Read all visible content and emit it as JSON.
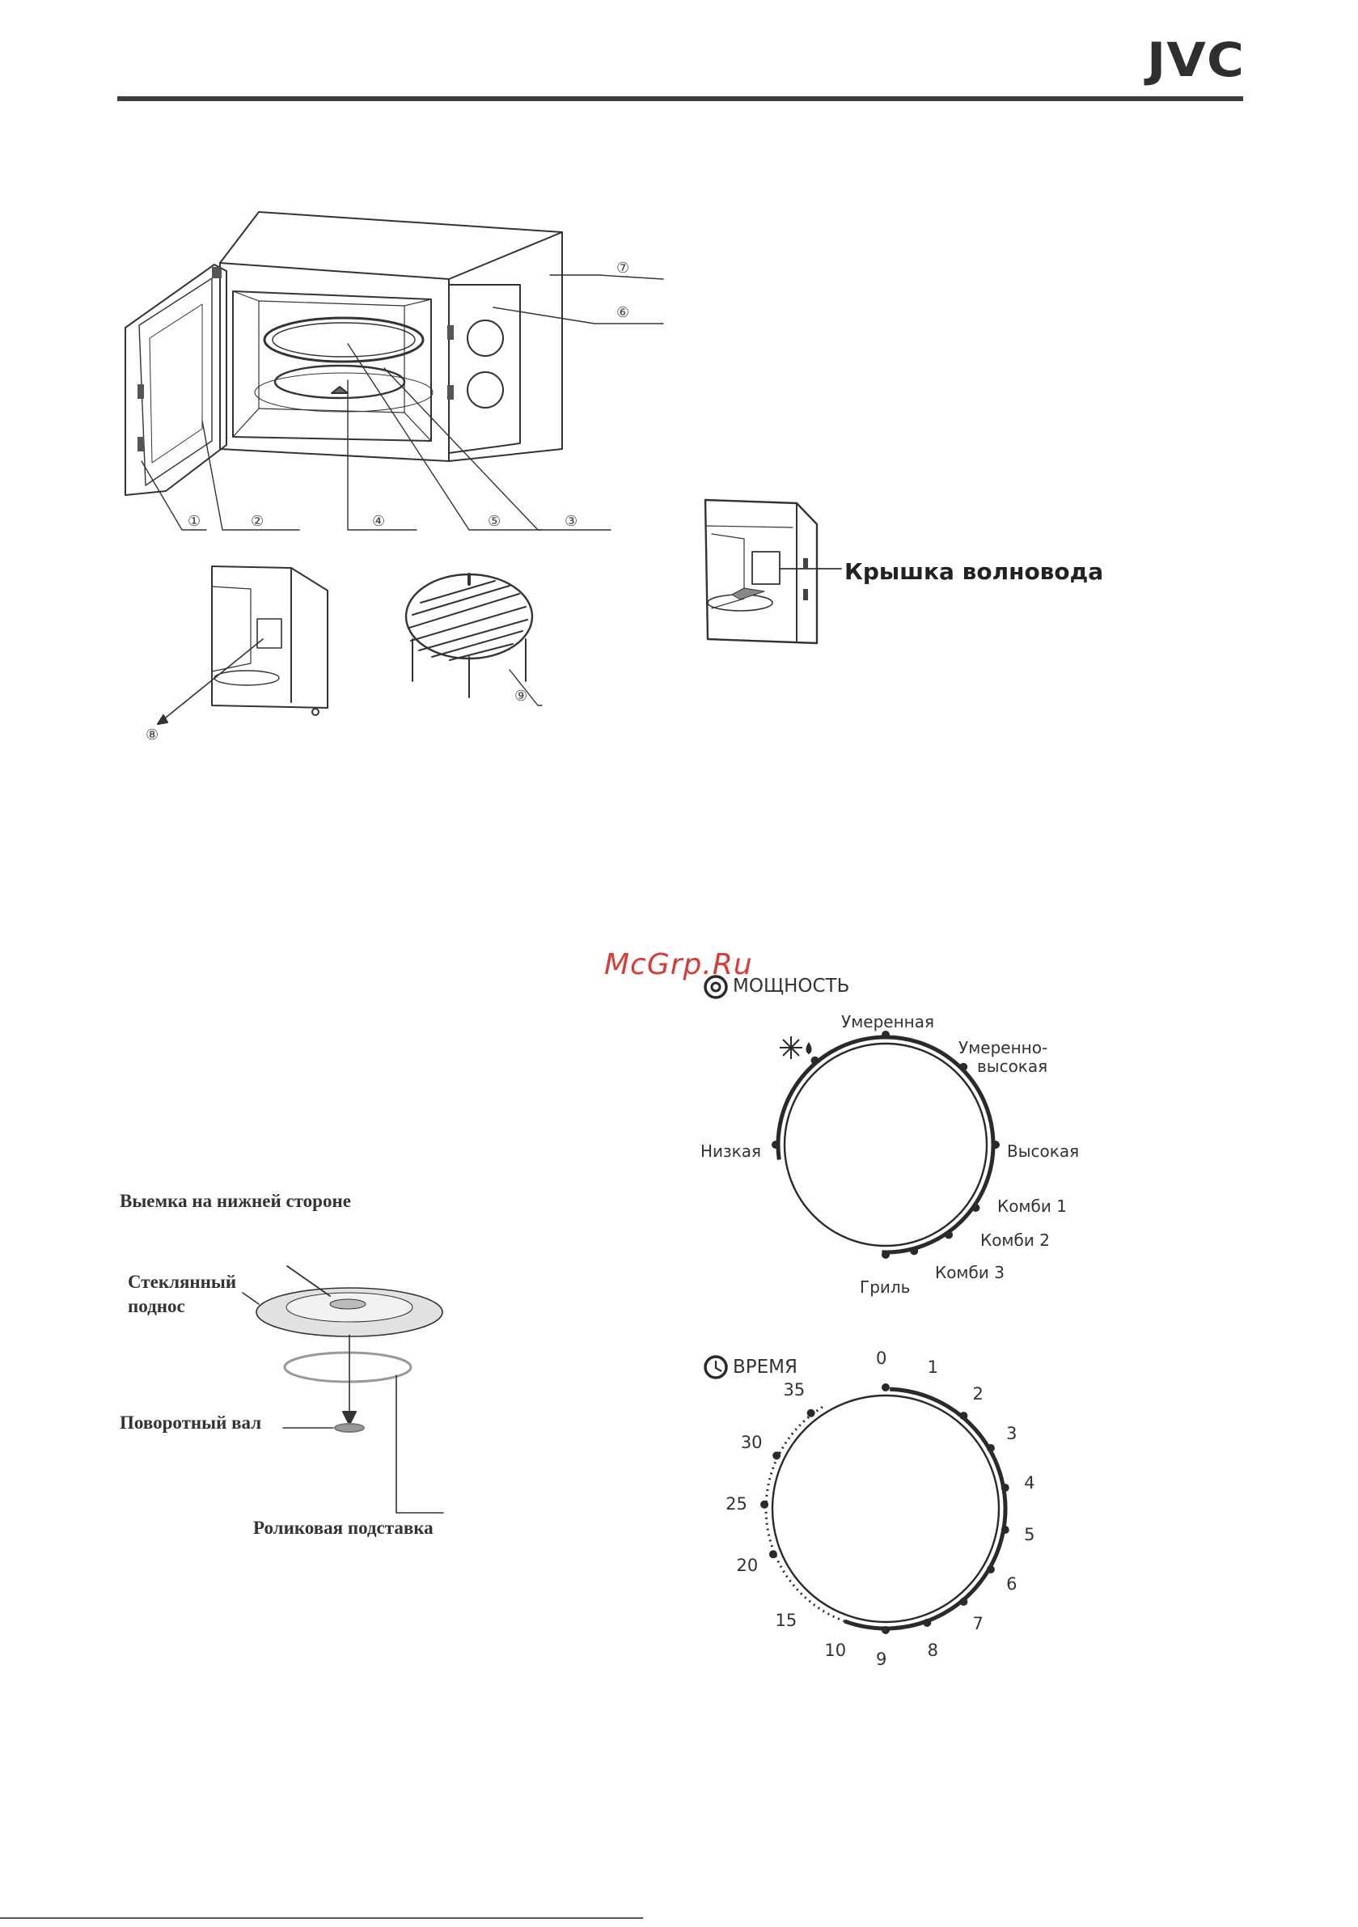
{
  "header": {
    "brand": "JVC"
  },
  "watermark": "McGrp.Ru",
  "parts_diagram": {
    "labels": [
      "①",
      "②",
      "③",
      "④",
      "⑤",
      "⑥",
      "⑦",
      "⑧",
      "⑨"
    ]
  },
  "waveguide": {
    "label": "Крышка волновода"
  },
  "turntable": {
    "notch_label": "Выемка на нижней стороне",
    "glass_tray_label": "Стеклянный\nподнос",
    "shaft_label": "Поворотный вал",
    "roller_label": "Роликовая подставка"
  },
  "power_dial": {
    "title": "МОЩНОСТЬ",
    "defrost_icon": "snowflake-drop-icon",
    "settings": [
      "Низкая",
      "Умеренная",
      "Умеренно-\nвысокая",
      "Высокая",
      "Комби 1",
      "Комби 2",
      "Комби 3",
      "Гриль"
    ]
  },
  "timer_dial": {
    "title": "ВРЕМЯ",
    "ticks": [
      "0",
      "1",
      "2",
      "3",
      "4",
      "5",
      "6",
      "7",
      "8",
      "9",
      "10",
      "15",
      "20",
      "25",
      "30",
      "35"
    ]
  },
  "colors": {
    "ink": "#2b2b2b",
    "watermark": "#d93a3a"
  }
}
